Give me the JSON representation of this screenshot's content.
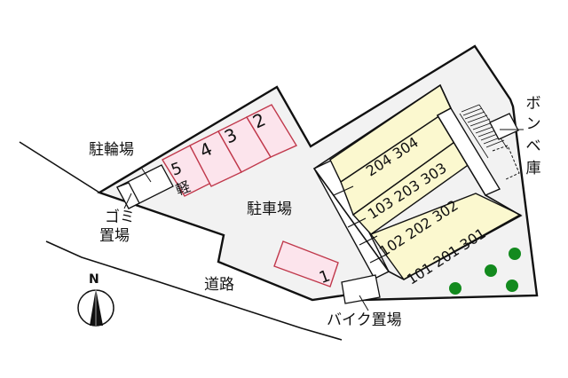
{
  "colors": {
    "lot_fill": "#f2f2f2",
    "lot_stroke": "#111111",
    "parking_fill": "#fce4ec",
    "parking_stroke": "#c0384b",
    "unit_fill": "#fbf8cf",
    "tree": "#138a1e",
    "background": "#ffffff"
  },
  "labels": {
    "bicycle_parking": "駐輪場",
    "garbage_area": [
      "ゴミ",
      "置場"
    ],
    "parking_lot": "駐車場",
    "road": "道路",
    "motorbike_parking": "バイク置場",
    "gas_cylinder_storage": [
      "ボ",
      "ン",
      "ベ",
      "庫"
    ],
    "compass": "N"
  },
  "parking_spaces": [
    {
      "id": "1",
      "label": "1"
    },
    {
      "id": "2",
      "label": "2"
    },
    {
      "id": "3",
      "label": "3"
    },
    {
      "id": "4",
      "label": "4"
    },
    {
      "id": "5",
      "label": "5",
      "sub": "軽"
    }
  ],
  "unit_rows": [
    {
      "label": "204 304"
    },
    {
      "label": "103 203 303"
    },
    {
      "label": "102 202 302"
    },
    {
      "label": "101 201 301"
    }
  ],
  "trees": 4
}
